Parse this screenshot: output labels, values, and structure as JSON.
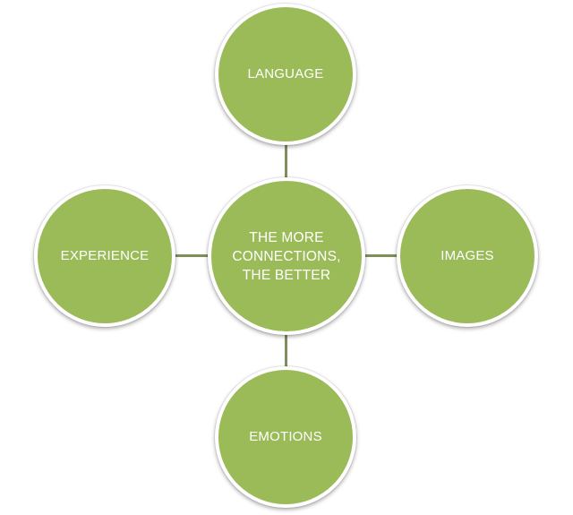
{
  "diagram": {
    "center": {
      "lines": [
        "THE MORE",
        "CONNECTIONS,",
        "THE BETTER"
      ]
    },
    "top": {
      "label": "LANGUAGE"
    },
    "left": {
      "label": "EXPERIENCE"
    },
    "right": {
      "label": "IMAGES"
    },
    "bottom": {
      "label": "EMOTIONS"
    }
  },
  "colors": {
    "node_fill": "#9bbb59",
    "node_border": "#ffffff",
    "connector": "#7f8f5a",
    "text": "#ffffff"
  }
}
